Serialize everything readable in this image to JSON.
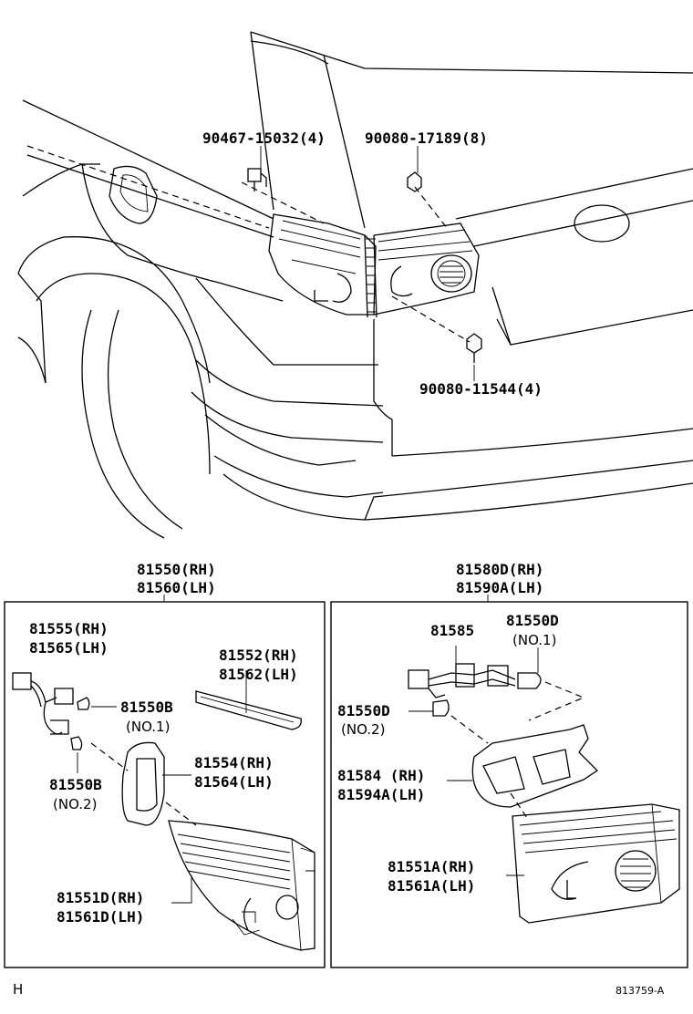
{
  "labels": {
    "bolt_a": "90467-15032(4)",
    "nut": "90080-17189(8)",
    "screw": "90080-11544(4)",
    "lh_assy_rh": "81550(RH)",
    "lh_assy_lh": "81560(LH)",
    "rh_assy_rh": "81580D(RH)",
    "rh_assy_lh": "81590A(LH)",
    "socket_rh": "81555(RH)",
    "socket_lh": "81565(LH)",
    "bulb_b1": "81550B",
    "bulb_b1_no": "(NO.1)",
    "bulb_b2": "81550B",
    "bulb_b2_no": "(NO.2)",
    "trim_rh": "81552(RH)",
    "trim_lh": "81562(LH)",
    "gasket_rh": "81554(RH)",
    "gasket_lh": "81564(LH)",
    "lens_d_rh": "81551D(RH)",
    "lens_d_lh": "81561D(LH)",
    "socket2": "81585",
    "bulb_d1": "81550D",
    "bulb_d1_no": "(NO.1)",
    "bulb_d2": "81550D",
    "bulb_d2_no": "(NO.2)",
    "gasket2_rh": "81584  (RH)",
    "gasket2_lh": "81594A(LH)",
    "lens_a_rh": "81551A(RH)",
    "lens_a_lh": "81561A(LH)",
    "corner_code": "H",
    "figure_id": "813759-A"
  }
}
